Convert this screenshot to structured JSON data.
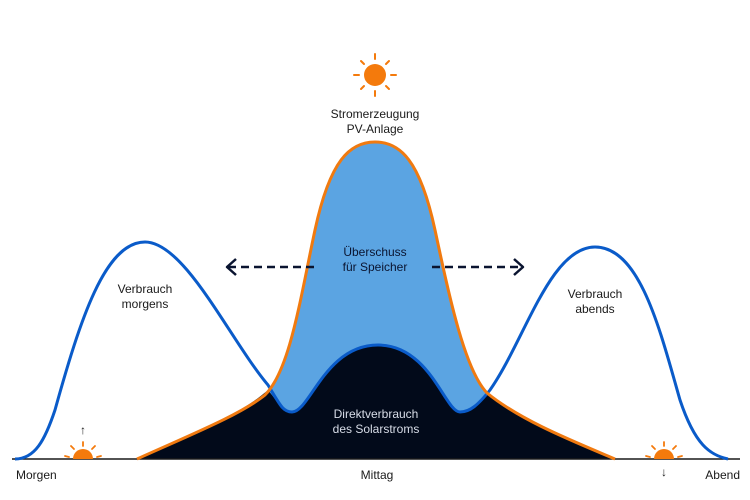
{
  "labels": {
    "pv_line1": "Stromerzeugung",
    "pv_line2": "PV-Anlage",
    "surplus_line1": "Überschuss",
    "surplus_line2": "für Speicher",
    "morning_line1": "Verbrauch",
    "morning_line2": "morgens",
    "evening_line1": "Verbrauch",
    "evening_line2": "abends",
    "direct_line1": "Direktverbrauch",
    "direct_line2": "des Solarstroms",
    "axis_morning": "Morgen",
    "axis_noon": "Mittag",
    "axis_evening": "Abend",
    "sunrise_arrow": "↑",
    "sunset_arrow": "↓"
  },
  "colors": {
    "pv_line": "#F07A10",
    "consumption_line": "#0A5BC9",
    "surplus_fill": "#5BA4E2",
    "direct_fill": "#020A1A",
    "sun": "#F47A0C"
  }
}
